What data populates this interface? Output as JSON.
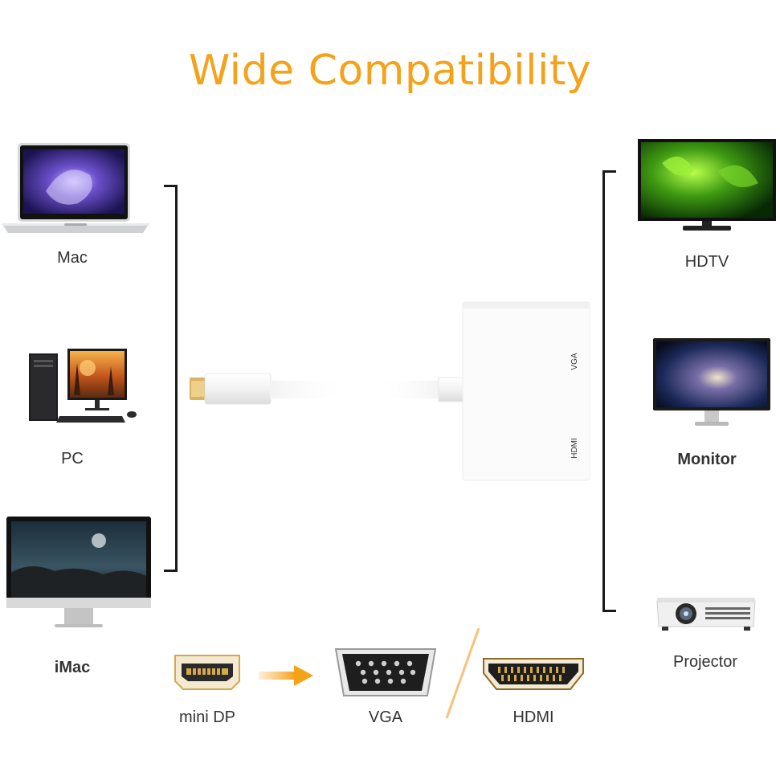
{
  "title": "Wide Compatibility",
  "sources": {
    "mac": "Mac",
    "pc": "PC",
    "imac": "iMac"
  },
  "targets": {
    "hdtv": "HDTV",
    "monitor": "Monitor",
    "projector": "Projector"
  },
  "adapter": {
    "port_vga": "VGA",
    "port_hdmi": "HDMI"
  },
  "connectors": {
    "mini_dp": "mini DP",
    "vga": "VGA",
    "hdmi": "HDMI"
  },
  "colors": {
    "title": "#f5a21b",
    "arrow": "#f5a21b",
    "bracket": "#1a1a1a",
    "gold": "#d4a94a"
  }
}
